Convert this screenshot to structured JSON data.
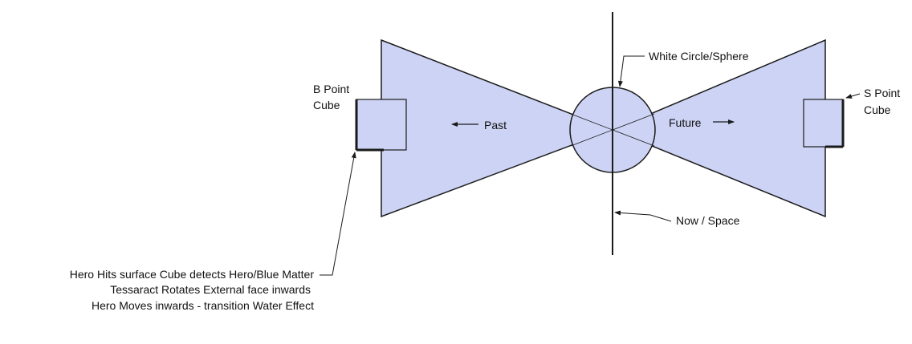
{
  "colors": {
    "fill": "#cdd3f4",
    "stroke": "#1a1a1a",
    "background": "#ffffff"
  },
  "labels": {
    "b_point_line1": "B Point",
    "b_point_line2": "Cube",
    "s_point_line1": "S Point",
    "s_point_line2": "Cube",
    "past": "Past",
    "future": "Future",
    "white_circle": "White Circle/Sphere",
    "now_space": "Now / Space"
  },
  "note": {
    "line1": "Hero Hits surface Cube detects Hero/Blue Matter",
    "line2": "Tessaract Rotates External face inwards",
    "line3": "Hero Moves inwards - transition Water Effect"
  }
}
